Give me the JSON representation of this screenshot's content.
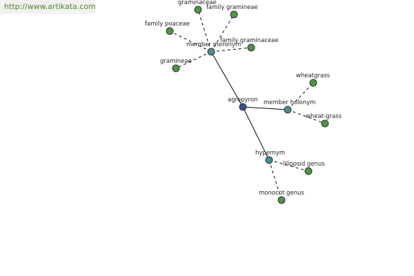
{
  "header": {
    "url": "http://www.artikata.com"
  },
  "colors": {
    "root": "#3a4f8c",
    "relation": "#4a8d91",
    "term": "#4f9446"
  },
  "graph": {
    "nodes": [
      {
        "id": "agropyron",
        "label": "agropyron",
        "kind": "root"
      },
      {
        "id": "member-meronym",
        "label": "member meronym",
        "kind": "relation"
      },
      {
        "id": "member-holonym",
        "label": "member holonym",
        "kind": "relation"
      },
      {
        "id": "hypernym",
        "label": "hypernym",
        "kind": "relation"
      },
      {
        "id": "graminaceae",
        "label": "graminaceae",
        "kind": "term"
      },
      {
        "id": "family-gramineae",
        "label": "family gramineae",
        "kind": "term"
      },
      {
        "id": "family-poaceae",
        "label": "family poaceae",
        "kind": "term"
      },
      {
        "id": "family-graminaceae",
        "label": "family graminaceae",
        "kind": "term"
      },
      {
        "id": "gramineae",
        "label": "gramineae",
        "kind": "term"
      },
      {
        "id": "wheatgrass",
        "label": "wheatgrass",
        "kind": "term"
      },
      {
        "id": "wheat-grass",
        "label": "wheat-grass",
        "kind": "term"
      },
      {
        "id": "liliopsid-genus",
        "label": "liliopsid genus",
        "kind": "term"
      },
      {
        "id": "monocot-genus",
        "label": "monocot genus",
        "kind": "term"
      }
    ],
    "edges": [
      {
        "from": "agropyron",
        "to": "member-meronym",
        "style": "solid"
      },
      {
        "from": "agropyron",
        "to": "member-holonym",
        "style": "solid"
      },
      {
        "from": "agropyron",
        "to": "hypernym",
        "style": "solid"
      },
      {
        "from": "member-meronym",
        "to": "graminaceae",
        "style": "dashed"
      },
      {
        "from": "member-meronym",
        "to": "family-gramineae",
        "style": "dashed"
      },
      {
        "from": "member-meronym",
        "to": "family-poaceae",
        "style": "dashed"
      },
      {
        "from": "member-meronym",
        "to": "family-graminaceae",
        "style": "dashed"
      },
      {
        "from": "member-meronym",
        "to": "gramineae",
        "style": "dashed"
      },
      {
        "from": "member-holonym",
        "to": "wheatgrass",
        "style": "dashed"
      },
      {
        "from": "member-holonym",
        "to": "wheat-grass",
        "style": "dashed"
      },
      {
        "from": "hypernym",
        "to": "liliopsid-genus",
        "style": "dashed"
      },
      {
        "from": "hypernym",
        "to": "monocot-genus",
        "style": "dashed"
      }
    ]
  }
}
